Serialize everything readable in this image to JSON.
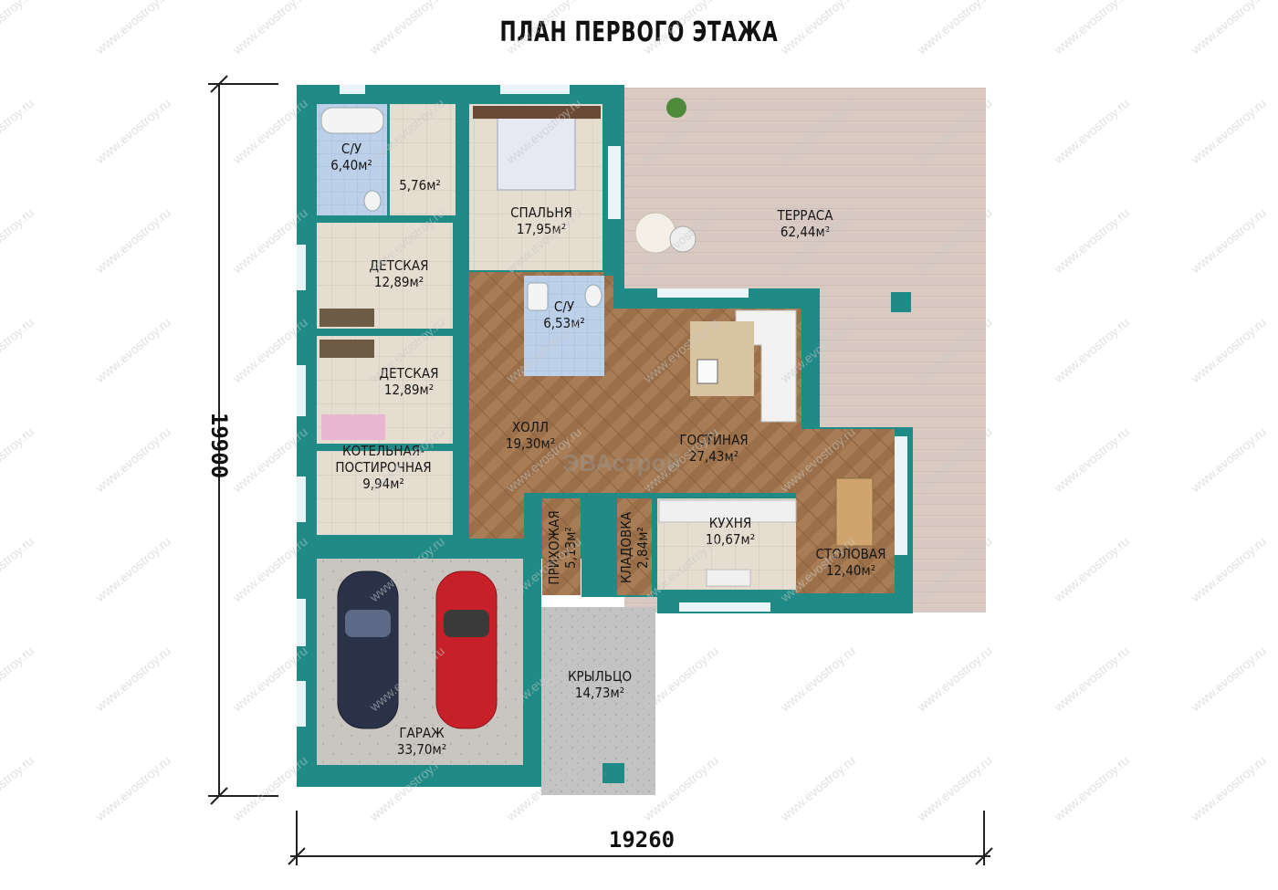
{
  "title": "ПЛАН ПЕРВОГО ЭТАЖА",
  "dimensions": {
    "height": "19900",
    "width": "19260"
  },
  "watermark": {
    "text": "www.evostroy.ru",
    "logo_text": "ЭВАстрой"
  },
  "rooms": [
    {
      "name": "С/У",
      "area": "6,40м²"
    },
    {
      "name": "",
      "area": "5,76м²"
    },
    {
      "name": "СПАЛЬНЯ",
      "area": "17,95м²"
    },
    {
      "name": "ТЕРРАСА",
      "area": "62,44м²"
    },
    {
      "name": "ДЕТСКАЯ",
      "area": "12,89м²"
    },
    {
      "name": "С/У",
      "area": "6,53м²"
    },
    {
      "name": "ДЕТСКАЯ",
      "area": "12,89м²"
    },
    {
      "name": "ХОЛЛ",
      "area": "19,30м²"
    },
    {
      "name": "ГОСТИНАЯ",
      "area": "27,43м²"
    },
    {
      "name": "КОТЕЛЬНАЯ-ПОСТИРОЧНАЯ",
      "area": "9,94м²"
    },
    {
      "name": "ПРИХОЖАЯ",
      "area": "5,13м²"
    },
    {
      "name": "КЛАДОВКА",
      "area": "2,84м²"
    },
    {
      "name": "КУХНЯ",
      "area": "10,67м²"
    },
    {
      "name": "СТОЛОВАЯ",
      "area": "12,40м²"
    },
    {
      "name": "КРЫЛЬЦО",
      "area": "14,73м²"
    },
    {
      "name": "ГАРАЖ",
      "area": "33,70м²"
    }
  ],
  "colors": {
    "wall": "#1e8a86",
    "wood": "#a57a52",
    "tile": "#dcd6c8",
    "bath": "#b9cce6",
    "terrace": "#d8c8c2",
    "porch": "#bdbdbd"
  }
}
